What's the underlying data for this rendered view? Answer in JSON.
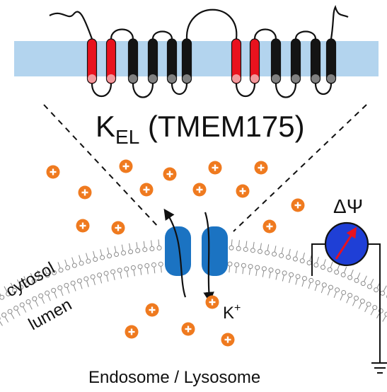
{
  "title": {
    "main": "K",
    "sub": "EL",
    "rest": " (TMEM175)"
  },
  "labels": {
    "cytosol": "cytosol",
    "lumen": "lumen",
    "ion": "K",
    "ion_charge": "+",
    "organelle": "Endosome / Lysosome",
    "membrane_potential": "ΔΨ"
  },
  "colors": {
    "membrane_band": "#b3d4ee",
    "helix_red": "#e8121e",
    "helix_black": "#141414",
    "helix_red_tip": "#f2999d",
    "helix_black_tip": "#808080",
    "ion": "#ef7a1f",
    "channel": "#1b73c2",
    "voltmeter": "#1f3fd6",
    "needle": "#e8121e",
    "lipid": "#8c8c8c"
  },
  "topology": {
    "domain_1": [
      "red",
      "red",
      "black",
      "black",
      "black",
      "black"
    ],
    "domain_2": [
      "red",
      "red",
      "black",
      "black",
      "black",
      "black"
    ]
  },
  "icons": [
    "plus-icon",
    "voltmeter-icon",
    "ground-icon",
    "arrow-icon"
  ]
}
